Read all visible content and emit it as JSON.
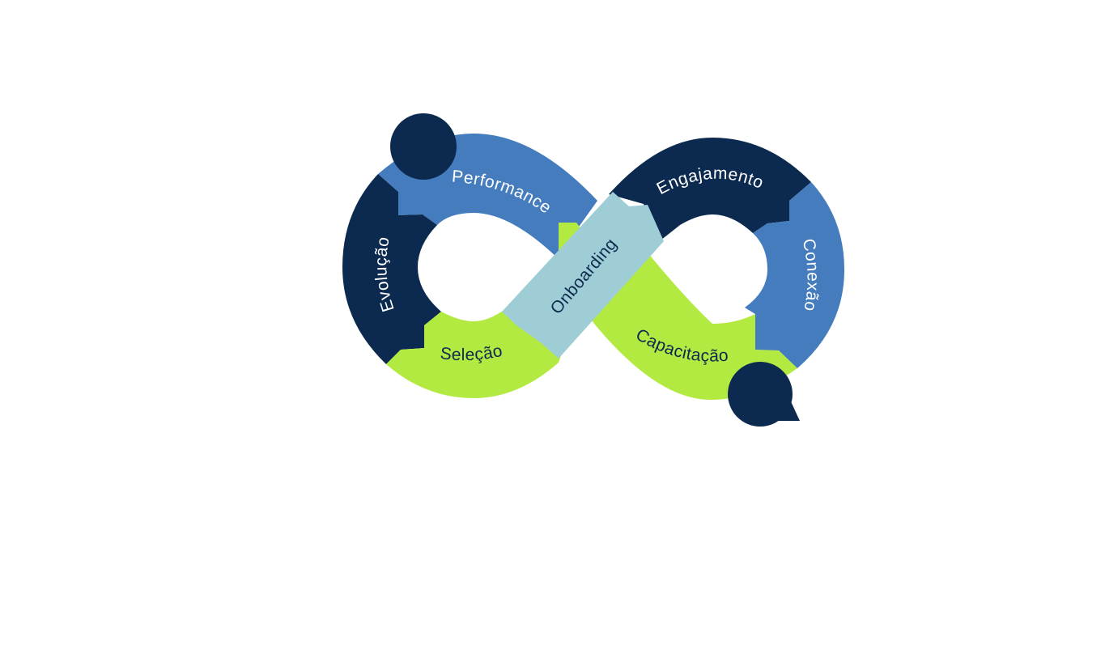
{
  "diagram": {
    "type": "infinity-cycle",
    "colors": {
      "navy": "#0c2a4f",
      "blue": "#447cbd",
      "light_blue": "#9ecdd5",
      "lime": "#b3ea42",
      "text_light": "#ffffff",
      "text_dark": "#0c2a4f"
    },
    "segments": [
      {
        "id": "performance",
        "label": "Performance"
      },
      {
        "id": "evolucao",
        "label": "Evolução"
      },
      {
        "id": "selecao",
        "label": "Seleção"
      },
      {
        "id": "onboarding",
        "label": "Onboarding"
      },
      {
        "id": "engajamento",
        "label": "Engajamento"
      },
      {
        "id": "conexao",
        "label": "Conexão"
      },
      {
        "id": "capacitacao",
        "label": "Capacitação"
      }
    ],
    "markers": [
      {
        "id": "start-dot",
        "icon": "circle-dot"
      },
      {
        "id": "end-dot",
        "icon": "speech-bubble"
      }
    ]
  }
}
